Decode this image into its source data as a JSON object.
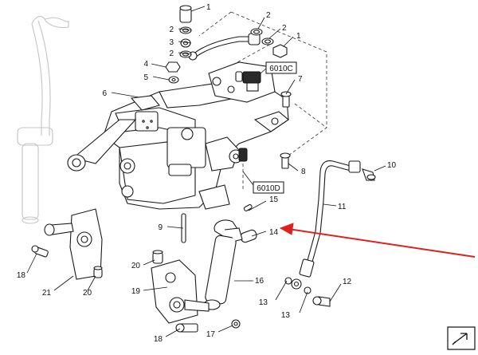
{
  "callouts": {
    "c1_top": "1",
    "c2_a": "2",
    "c3": "3",
    "c2_b": "2",
    "c4": "4",
    "c5": "5",
    "c6": "6",
    "c2_c": "2",
    "c2_d": "2",
    "c1_right": "1",
    "c7": "7",
    "c8": "8",
    "c9": "9",
    "c10": "10",
    "c11": "11",
    "c12": "12",
    "c13_a": "13",
    "c13_b": "13",
    "c14": "14",
    "c15": "15",
    "c16": "16",
    "c17": "17",
    "c18_a": "18",
    "c18_b": "18",
    "c19": "19",
    "c20_a": "20",
    "c20_b": "20",
    "c21": "21"
  },
  "ref_boxes": {
    "top": "6010C",
    "bottom": "6010D"
  },
  "colors": {
    "arrow": "#e02020",
    "line": "#111111",
    "ghost": "#c4c4c4"
  },
  "icons": {
    "corner": "next-page-arrow-icon"
  }
}
